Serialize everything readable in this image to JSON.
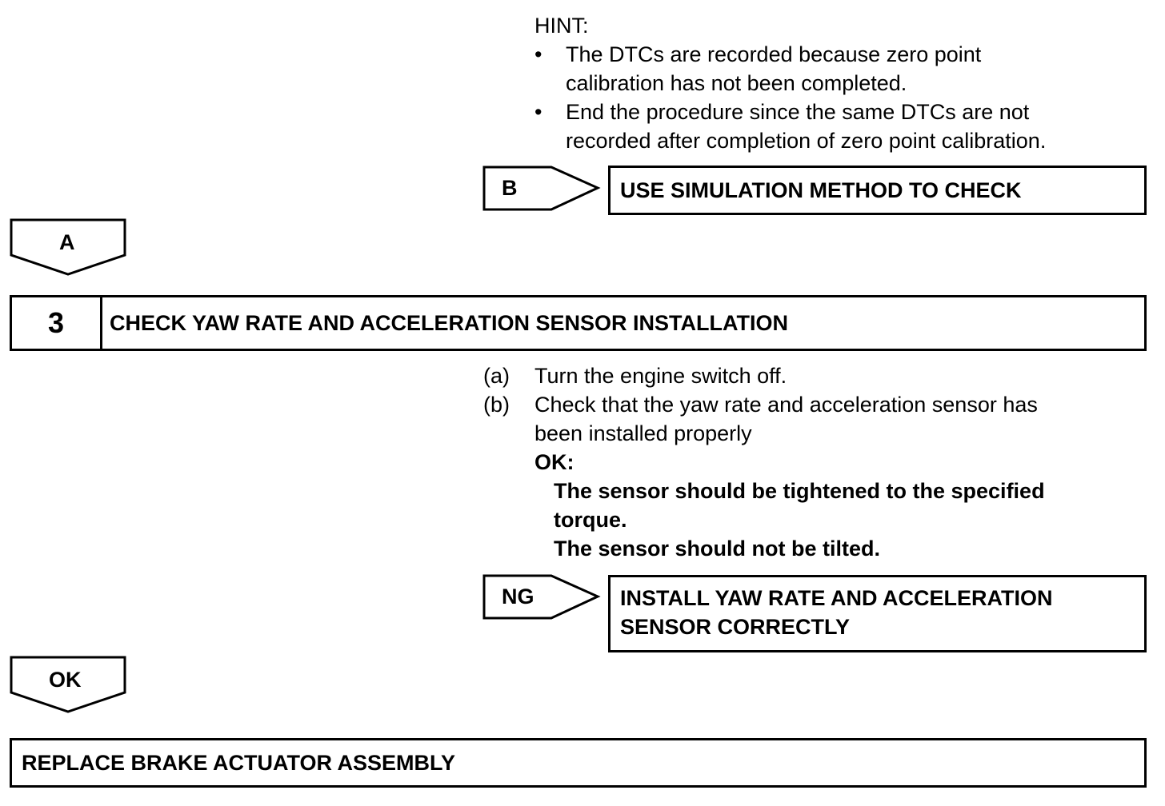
{
  "hint": {
    "title": "HINT:",
    "bullets": [
      {
        "symbol": "•",
        "lines": [
          "The DTCs are recorded because zero point",
          "calibration has not been completed."
        ]
      },
      {
        "symbol": "•",
        "lines": [
          "End the procedure since the same DTCs are not",
          "recorded after completion of zero point calibration."
        ]
      }
    ]
  },
  "branch_b": {
    "label": "B",
    "action": "USE SIMULATION METHOD TO CHECK"
  },
  "flow_a": {
    "label": "A"
  },
  "step3": {
    "number": "3",
    "title": "CHECK YAW RATE AND ACCELERATION SENSOR INSTALLATION",
    "items": [
      {
        "marker": "(a)",
        "lines": [
          "Turn the engine switch off."
        ]
      },
      {
        "marker": "(b)",
        "lines": [
          "Check that the yaw rate and acceleration sensor has",
          "been installed properly"
        ]
      }
    ],
    "ok_label": "OK:",
    "ok_lines": [
      "The sensor should be tightened to the specified",
      "torque.",
      "The sensor should not be tilted."
    ]
  },
  "branch_ng": {
    "label": "NG",
    "action_lines": [
      "INSTALL YAW RATE AND ACCELERATION",
      "SENSOR CORRECTLY"
    ]
  },
  "flow_ok": {
    "label": "OK"
  },
  "final": {
    "title": "REPLACE BRAKE ACTUATOR ASSEMBLY"
  }
}
